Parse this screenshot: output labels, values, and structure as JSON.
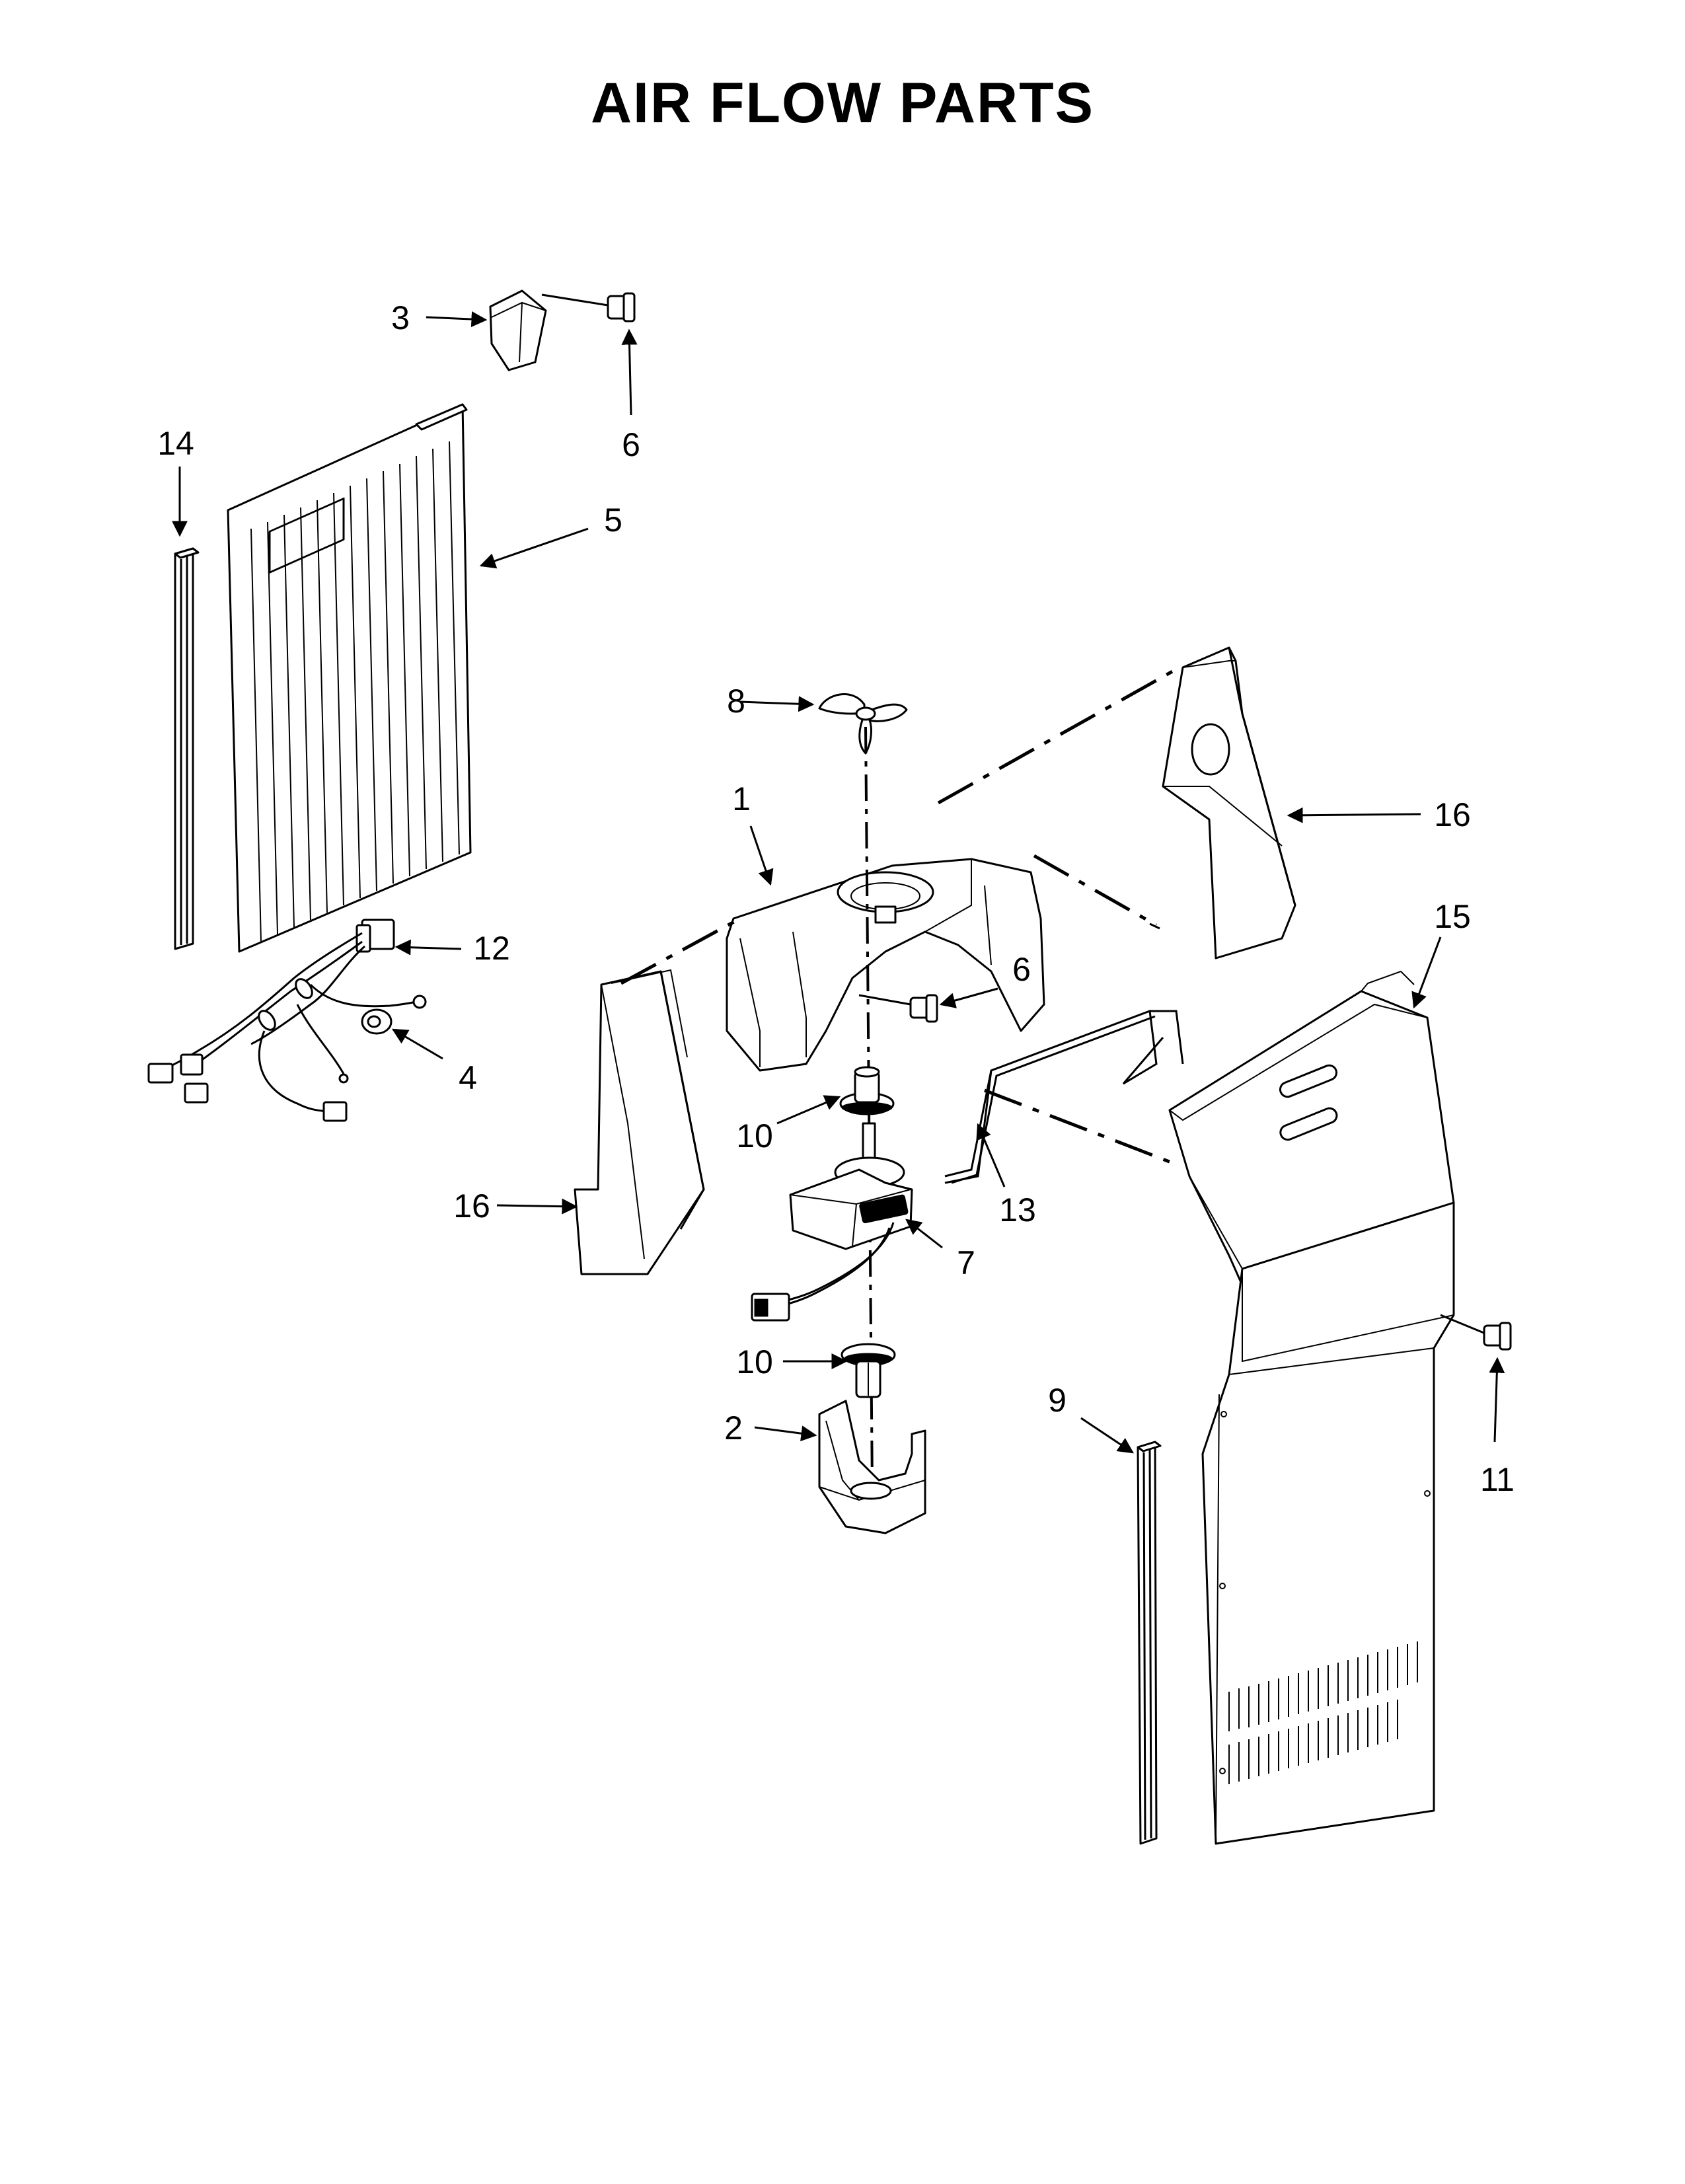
{
  "diagram": {
    "title": "AIR FLOW PARTS",
    "callouts": {
      "c1": "1",
      "c2": "2",
      "c3": "3",
      "c4": "4",
      "c5": "5",
      "c6a": "6",
      "c6b": "6",
      "c7": "7",
      "c8": "8",
      "c9": "9",
      "c10a": "10",
      "c10b": "10",
      "c11": "11",
      "c12": "12",
      "c13": "13",
      "c14": "14",
      "c15": "15",
      "c16a": "16",
      "c16b": "16"
    }
  }
}
